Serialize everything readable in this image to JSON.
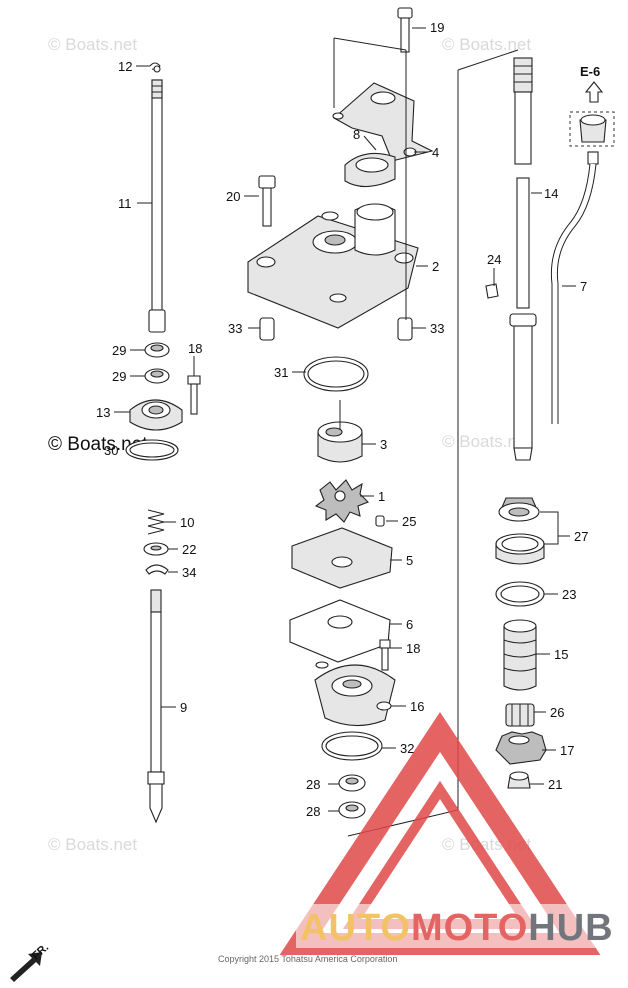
{
  "watermarks": {
    "top_left": "© Boats.net",
    "top_right": "© Boats.net",
    "mid_left": "© Boats.net",
    "mid_right": "© Boats.net",
    "bottom_left": "© Boats.net",
    "bottom_right": "© Boats.net"
  },
  "reference": {
    "label": "E-6"
  },
  "copyright": "Copyright 2015 Tohatsu America Corporation",
  "front_marker": "FR.",
  "logo": {
    "part1": "AUTO",
    "part2": "MOTO",
    "part3": "HUB"
  },
  "callouts": {
    "c19": "19",
    "c12": "12",
    "c8": "8",
    "c4": "4",
    "c14": "14",
    "c11": "11",
    "c20": "20",
    "c2": "2",
    "c24": "24",
    "c7": "7",
    "c33a": "33",
    "c33b": "33",
    "c29a": "29",
    "c18a": "18",
    "c29b": "29",
    "c31": "31",
    "c13": "13",
    "c30": "30",
    "c3": "3",
    "c1": "1",
    "c10": "10",
    "c25": "25",
    "c27": "27",
    "c22": "22",
    "c5": "5",
    "c34": "34",
    "c23": "23",
    "c6": "6",
    "c18b": "18",
    "c15": "15",
    "c9": "9",
    "c16": "16",
    "c26": "26",
    "c32": "32",
    "c17": "17",
    "c28a": "28",
    "c21": "21",
    "c28b": "28"
  },
  "colors": {
    "logo_red": "#e04848",
    "logo_gold": "#f2b84b",
    "logo_grey": "#5a5f66",
    "watermark": "#d9d9d9"
  }
}
